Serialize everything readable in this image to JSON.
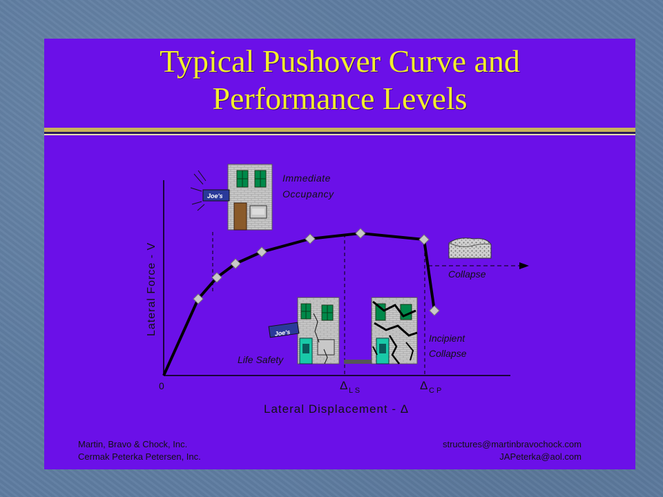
{
  "slide": {
    "title_line1": "Typical Pushover Curve and",
    "title_line2": "Performance Levels"
  },
  "axes": {
    "ylabel": "Lateral Force - V",
    "xlabel": "Lateral Displacement - Δ",
    "origin": "0",
    "tick_ls_symbol": "Δ",
    "tick_ls_sub": "L S",
    "tick_cp_symbol": "Δ",
    "tick_cp_sub": "C P"
  },
  "labels": {
    "immediate_line1": "Immediate",
    "immediate_line2": "Occupancy",
    "collapse": "Collapse",
    "life_safety": "Life Safety",
    "incipient_line1": "Incipient",
    "incipient_line2": "Collapse"
  },
  "signs": {
    "joes": "Joe's"
  },
  "footer": {
    "left_line1": "Martin, Bravo & Chock, Inc.",
    "left_line2": "Cermak Peterka Petersen, Inc.",
    "right_line1": "structures@martinbravochock.com",
    "right_line2": "JAPeterka@aol.com"
  },
  "colors": {
    "background": "#5f7da1",
    "slide": "#6b10e8",
    "title": "#f2ee2c",
    "curve": "#000000",
    "marker": "#c9c9c9",
    "building_wall": "#c8c8c8",
    "window": "#00894a",
    "door_brown": "#8a5a2a",
    "door_green": "#19c9a8"
  },
  "icons": [
    "house-immediate-occupancy-icon",
    "house-life-safety-icon",
    "house-incipient-collapse-icon",
    "rubble-collapse-icon",
    "joes-sign-icon"
  ]
}
